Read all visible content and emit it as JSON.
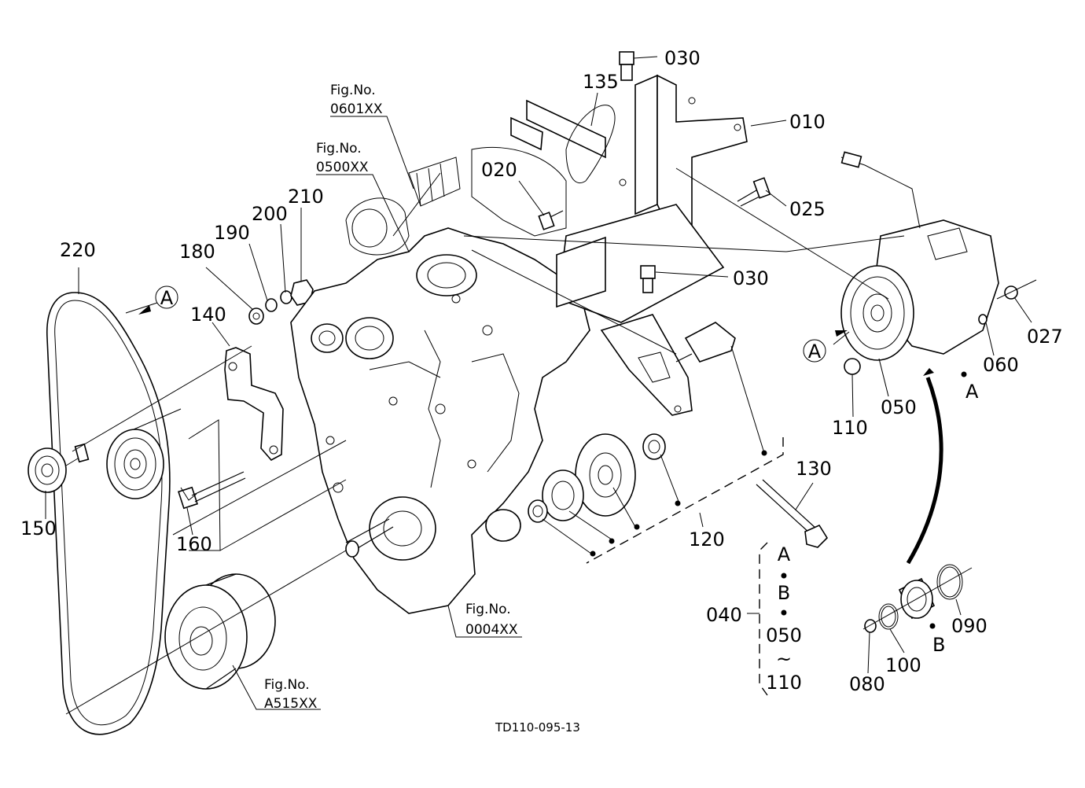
{
  "drawing": {
    "reference": "TD110-095-13"
  },
  "labels": {
    "p030_top": "030",
    "p135": "135",
    "p010": "010",
    "p020": "020",
    "p025": "025",
    "p030_mid": "030",
    "p220": "220",
    "p210": "210",
    "p200": "200",
    "p190": "190",
    "p180": "180",
    "p140": "140",
    "p150": "150",
    "p160": "160",
    "p027": "027",
    "p060": "060",
    "p050": "050",
    "p110": "110",
    "p130": "130",
    "p120": "120",
    "p040": "040",
    "p090": "090",
    "p100": "100",
    "p080": "080",
    "marker_a_left": "A",
    "marker_a_right": "A",
    "letter_a_compressor": "A",
    "letter_b_clutch": "B"
  },
  "group_040": [
    "A",
    "•",
    "B",
    "•",
    "050",
    "~",
    "110"
  ],
  "figure_refs": [
    {
      "title": "Fig.No.",
      "code": "0601XX"
    },
    {
      "title": "Fig.No.",
      "code": "0500XX"
    },
    {
      "title": "Fig.No.",
      "code": "0004XX"
    },
    {
      "title": "Fig.No.",
      "code": "A515XX"
    }
  ]
}
